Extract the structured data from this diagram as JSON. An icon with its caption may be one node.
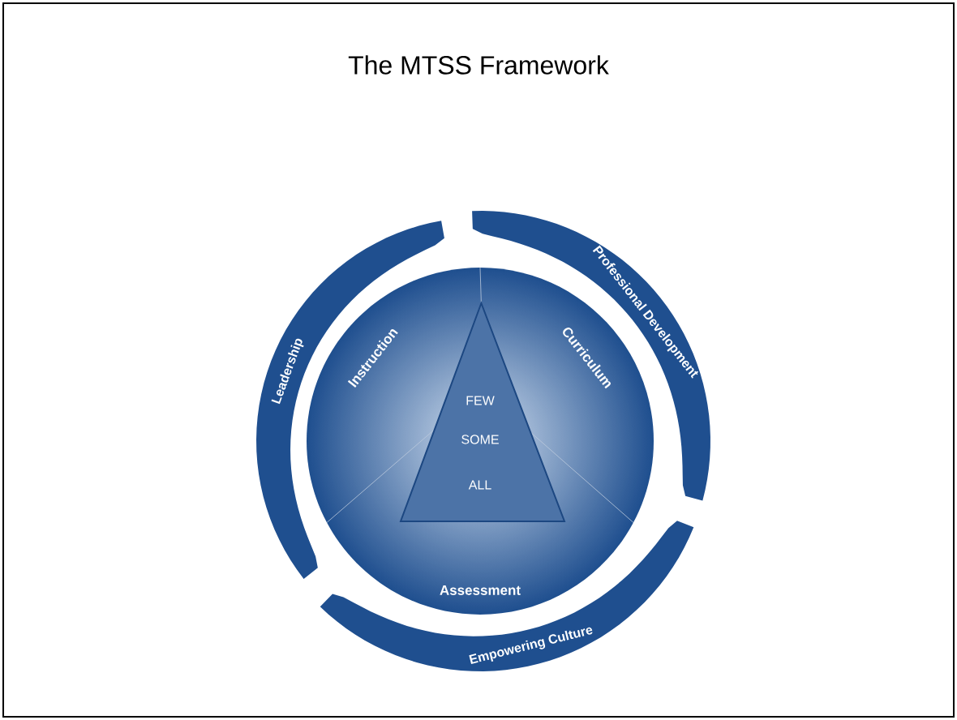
{
  "diagram": {
    "title": "The MTSS Framework",
    "nodes": [
      {
        "text": [
          "Instruction",
          "Curriculum",
          "Assessment"
        ]
      },
      {
        "text": [
          "FEW",
          "SOME",
          "ALL"
        ],
        "in": 0
      },
      {
        "text": [
          "Professional Development"
        ]
      },
      {
        "text": [
          "Leadership"
        ]
      },
      {
        "text": [
          "Empowering Culture"
        ]
      }
    ]
  }
}
